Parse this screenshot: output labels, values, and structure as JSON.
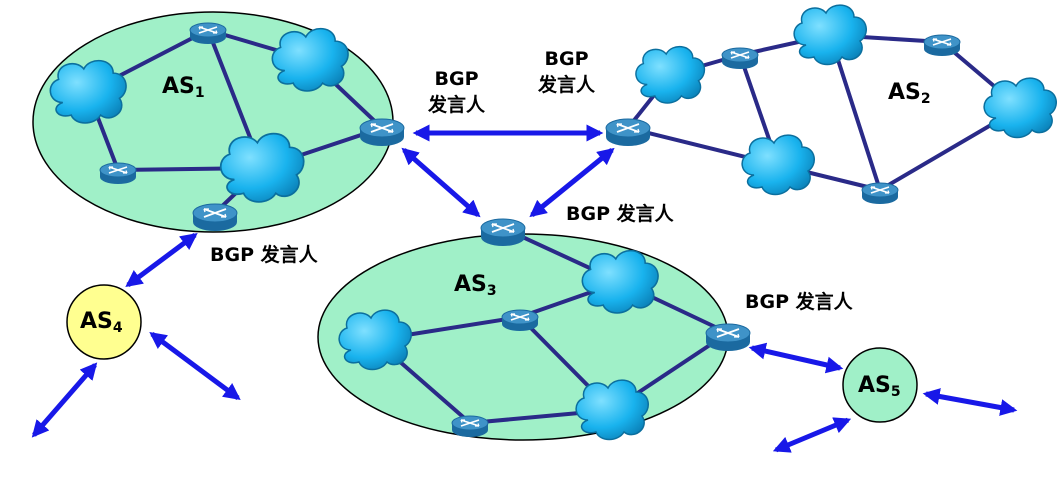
{
  "labels": {
    "as1": {
      "name": "AS",
      "sub": "1"
    },
    "as2": {
      "name": "AS",
      "sub": "2"
    },
    "as3": {
      "name": "AS",
      "sub": "3"
    },
    "as4": {
      "name": "AS",
      "sub": "4"
    },
    "as5": {
      "name": "AS",
      "sub": "5"
    },
    "speaker_inline": "BGP 发言人",
    "speaker_top": "BGP",
    "speaker_bottom": "发言人"
  },
  "colors": {
    "as_fill": "#a0f0c8",
    "as4_fill": "#ffff90",
    "link": "#2a2a88",
    "arrow": "#1818e8",
    "cloud": "#19b3ee",
    "router_top": "#3f93c8",
    "router_side": "#1b6aa0"
  },
  "icons": [
    "router-icon",
    "cloud-icon"
  ]
}
